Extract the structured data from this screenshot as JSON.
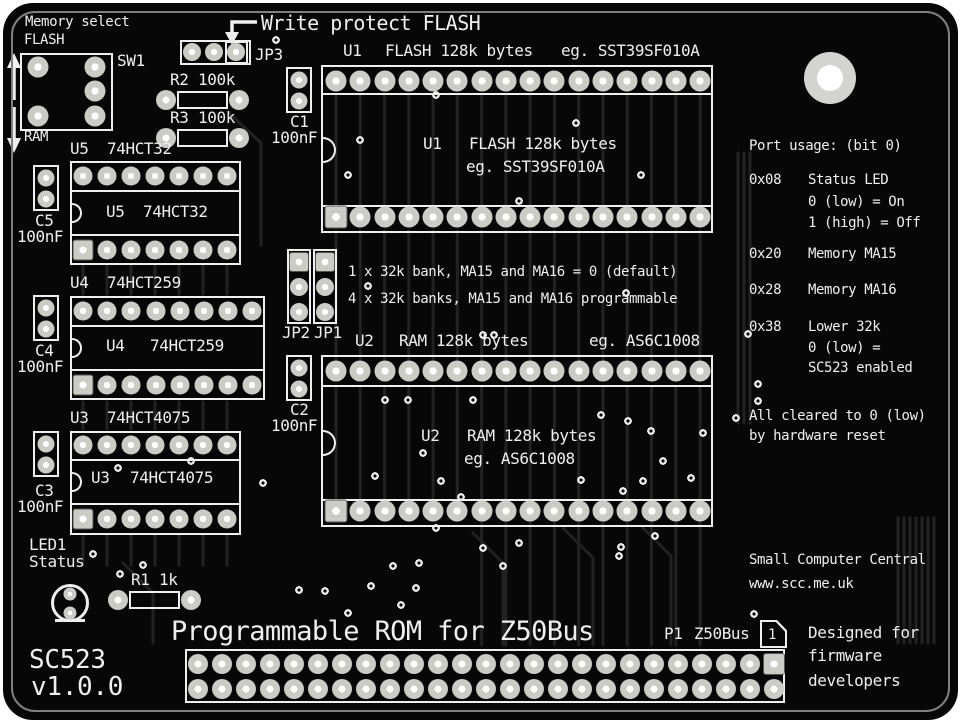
{
  "colors": {
    "background": "#ffffff",
    "board": "#070707",
    "silkscreen": "#efefef",
    "pad_ring": "#ccccc7",
    "pad_hole": "#ffffff",
    "trace": "#222222"
  },
  "silk": {
    "memory_select": "Memory select",
    "flash": "FLASH",
    "ram": "RAM",
    "write_protect": "Write protect FLASH"
  },
  "components": {
    "sw1": {
      "ref": "SW1"
    },
    "jp3": {
      "ref": "JP3"
    },
    "jp2": {
      "ref": "JP2"
    },
    "jp1": {
      "ref": "JP1"
    },
    "r1": {
      "ref": "R1",
      "value": "1k"
    },
    "r2": {
      "ref": "R2",
      "value": "100k"
    },
    "r3": {
      "ref": "R3",
      "value": "100k"
    },
    "c1": {
      "ref": "C1",
      "value": "100nF"
    },
    "c2": {
      "ref": "C2",
      "value": "100nF"
    },
    "c3": {
      "ref": "C3",
      "value": "100nF"
    },
    "c4": {
      "ref": "C4",
      "value": "100nF"
    },
    "c5": {
      "ref": "C5",
      "value": "100nF"
    },
    "u1": {
      "ref": "U1",
      "desc": "FLASH 128k bytes",
      "example": "eg. SST39SF010A",
      "pins_per_row": 16
    },
    "u2": {
      "ref": "U2",
      "desc": "RAM 128k bytes",
      "example": "eg. AS6C1008",
      "pins_per_row": 16
    },
    "u3": {
      "ref": "U3",
      "part": "74HCT4075",
      "pins_per_row": 7
    },
    "u4": {
      "ref": "U4",
      "part": "74HCT259",
      "pins_per_row": 8
    },
    "u5": {
      "ref": "U5",
      "part": "74HCT32",
      "pins_per_row": 7
    },
    "led1": {
      "ref": "LED1",
      "label": "Status"
    },
    "p1": {
      "ref": "P1",
      "bus": "Z50Bus",
      "pin1_marker": "1",
      "columns": 25,
      "rows": 2
    }
  },
  "jumper_options": {
    "option1": "1 x 32k bank, MA15 and MA16 = 0 (default)",
    "option2": "4 x 32k banks, MA15 and MA16 programmable"
  },
  "port_usage": {
    "title": "Port usage: (bit 0)",
    "entries": [
      {
        "port": "0x08",
        "lines": [
          "Status LED",
          "0 (low) = On",
          "1 (high) = Off"
        ]
      },
      {
        "port": "0x20",
        "lines": [
          "Memory MA15"
        ]
      },
      {
        "port": "0x28",
        "lines": [
          "Memory MA16"
        ]
      },
      {
        "port": "0x38",
        "lines": [
          "Lower 32k",
          "0 (low) =",
          "SC523 enabled"
        ]
      }
    ],
    "footer_line1": "All cleared to 0 (low)",
    "footer_line2": "by hardware reset"
  },
  "branding": {
    "maker": "Small Computer Central",
    "website": "www.scc.me.uk",
    "designed_line1": "Designed for",
    "designed_line2": "firmware",
    "designed_line3": "developers"
  },
  "title_block": {
    "name": "SC523",
    "version": "v1.0.0",
    "tagline": "Programmable ROM for Z50Bus"
  }
}
